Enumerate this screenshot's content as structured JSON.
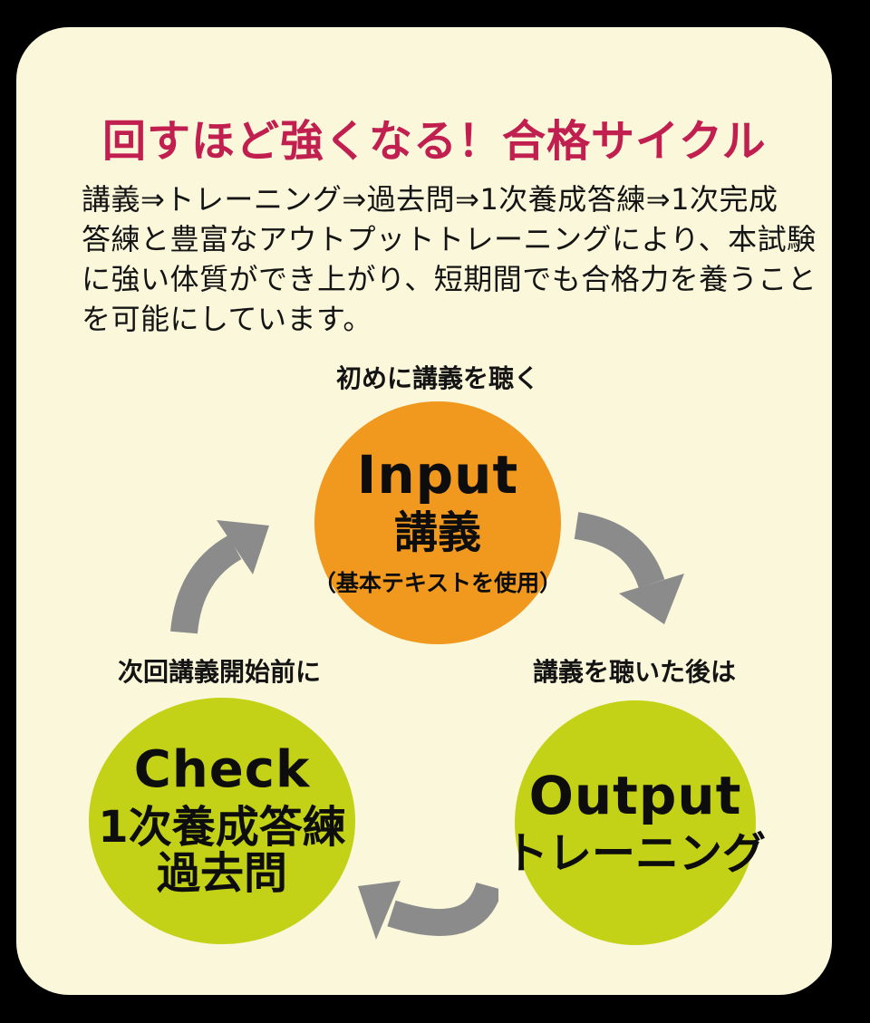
{
  "title": "回すほど強くなる！合格サイクル",
  "intro": {
    "lines": [
      "講義⇒トレーニング⇒過去問⇒1次養成答練⇒1次完成",
      "答練と豊富なアウトプットトレーニングにより、本試験",
      "に強い体質ができ上がり、短期間でも合格力を養うこと",
      "を可能にしています。"
    ]
  },
  "cycle": {
    "input": {
      "caption": "初めに講義を聴く",
      "label": "Input",
      "subject": "講義",
      "note": "（基本テキストを使用）"
    },
    "output": {
      "caption": "講義を聴いた後は",
      "label": "Output",
      "subject": "トレーニング"
    },
    "check": {
      "caption": "次回講義開始前に",
      "label": "Check",
      "subject_line1": "1次養成答練",
      "subject_line2": "過去問"
    },
    "arrows": [
      "input-to-output",
      "output-to-check",
      "check-to-input"
    ]
  },
  "colors": {
    "page_background": "#000000",
    "card_background": "#FAF7DA",
    "title_text": "#C01F4F",
    "body_text": "#141414",
    "input_circle": "#F0991E",
    "output_check_circle": "#C3D117",
    "arrow_gray": "#8B8B8B"
  }
}
